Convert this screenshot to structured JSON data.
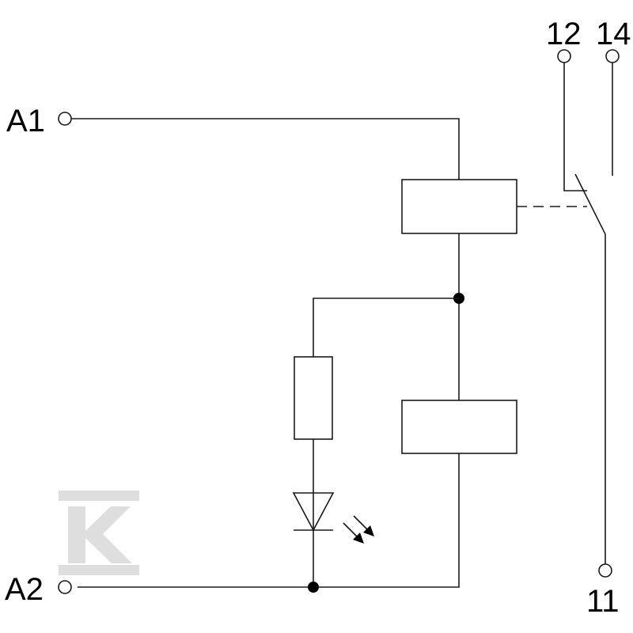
{
  "terminals": {
    "a1": "A1",
    "a2": "A2",
    "contact_12": "12",
    "contact_14": "14",
    "contact_11": "11"
  },
  "watermark": {
    "glyph": "K",
    "icon": "k-logo-watermark-icon",
    "color": "#d3d3d3"
  },
  "colors": {
    "line": "#1a1a1a",
    "junction": "#000000",
    "background": "#ffffff"
  }
}
